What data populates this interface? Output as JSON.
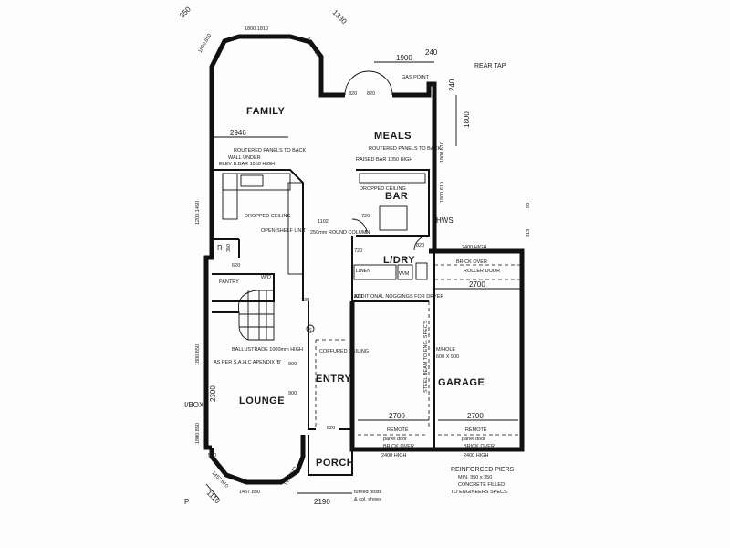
{
  "rooms": {
    "family": "FAMILY",
    "meals": "MEALS",
    "bar": "BAR",
    "l_dry": "L/DRY",
    "pantry": "PANTRY",
    "entry": "ENTRY",
    "lounge": "LOUNGE",
    "garage": "GARAGE",
    "porch": "PORCH",
    "r": "R",
    "wo": "W/O",
    "wm": "W/M",
    "hws": "HWS",
    "s": "S"
  },
  "dimensions": {
    "top_bay": "1800.1810",
    "bay_left": "1800.850",
    "bay_right": "1800.850",
    "d_1330": "1330",
    "d_350": "350",
    "d_1900": "1900",
    "d_240a": "240",
    "d_240b": "240",
    "d_1800": "1800",
    "d_820a": "820",
    "d_820b": "820",
    "d_2946": "2946",
    "w_1800_610a": "1800.610",
    "w_1800_610b": "1800.610",
    "w_1200_1450": "1200.1450",
    "w_1800_850": "1800.850",
    "w_1800_850b": "1800.850",
    "d_720a": "720",
    "d_720b": "720",
    "d_620": "620",
    "d_820c": "820",
    "d_820d": "820",
    "d_820e": "820",
    "d_1102": "1102",
    "d_2400_high_top": "2400 HIGH",
    "d_2700_top": "2700",
    "d_2300": "2300",
    "d_2700_l": "2700",
    "d_2700_r": "2700",
    "d_2400_high_l": "2400 HIGH",
    "d_2400_high_r": "2400 HIGH",
    "d_2190": "2190",
    "d_1110": "1110",
    "d_1457_850": "1457.850",
    "d_1457_610a": "1457.610",
    "d_1457_610b": "1457.610",
    "d_900a": "900",
    "d_900b": "900",
    "d_913": "913",
    "d_90": "90",
    "d_800": "600 X 900",
    "d_350b": "350",
    "d_730": "730",
    "d_570": "570"
  },
  "notes": {
    "rear_tap": "REAR TAP",
    "gas_point": "GAS POINT",
    "routered_1": "ROUTERED PANELS TO BACK",
    "wall_under": "WALL UNDER",
    "elev_bar": "ELEV B.BAR 1050 HIGH",
    "routered_2": "ROUTERED PANELS TO BACK",
    "raised_bar": "RAISED BAR 1050 HIGH",
    "dropped_ceiling_bar": "DROPPED CEILING",
    "dropped_ceiling_kitchen": "DROPPED CEILING",
    "open_shelf": "OPEN SHELF UNIT",
    "column": "250mm ROUND COLUMN",
    "brick_over_top": "BRICK OVER",
    "roller_door": "ROLLER DOOR",
    "ballustrade": "BALLUSTRADE 1000mm HIGH",
    "as_per": "AS PER S.A.H.C APENDIX 'B'",
    "coffured": "COFFURED CEILING",
    "steel_beam": "STEEL BEAM TO ENG. SPEC'S",
    "manhole": "M/HOLE",
    "remote_l": "REMOTE",
    "remote_r": "REMOTE",
    "panel_door_l": "panel door",
    "panel_door_r": "panel door",
    "brick_over_l": "BRICK OVER",
    "brick_over_r": "BRICK OVER",
    "reinforced": "REINFORCED PIERS",
    "min": "MIN. 350 x 350",
    "concrete": "CONCRETE FILLED",
    "engineers": "TO ENGINEERS SPECS.",
    "turned": "turned posts",
    "col_shoes": "& col. shoes",
    "dbox": "I/BOX",
    "p": "P",
    "additional": "ADDITIONAL NOGGINGS FOR DRYER",
    "linen": "LINEN"
  }
}
